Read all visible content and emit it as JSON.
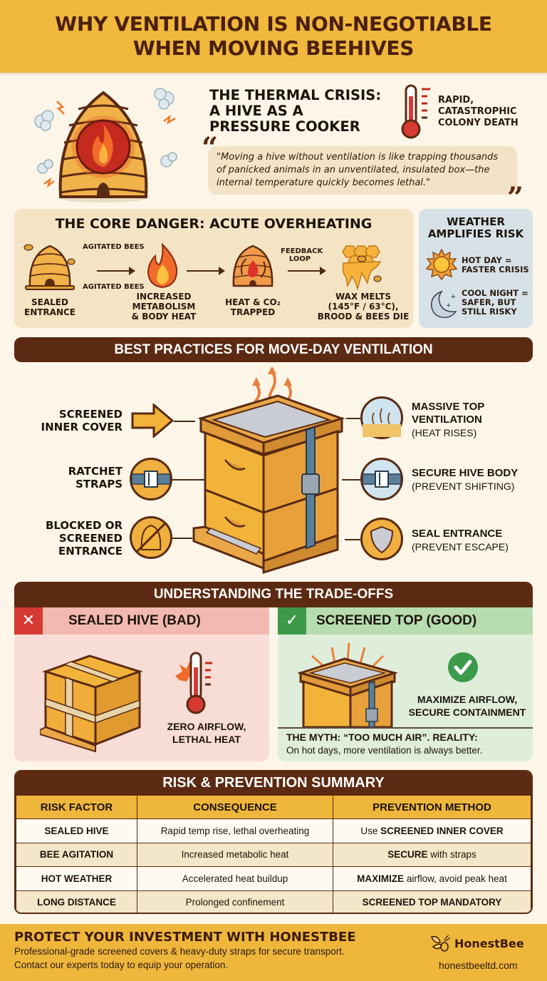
{
  "header": {
    "line1": "WHY VENTILATION IS NON-NEGOTIABLE",
    "line2": "WHEN MOVING BEEHIVES"
  },
  "crisis": {
    "title_lines": [
      "THE THERMAL CRISIS:",
      "A HIVE AS A",
      "PRESSURE COOKER"
    ],
    "result_lines": [
      "RAPID,",
      "CATASTROPHIC",
      "COLONY DEATH"
    ],
    "quote": "\"Moving a hive without ventilation is like trapping thousands of panicked animals in an unventilated, insulated box—the internal temperature quickly becomes lethal.\"",
    "quote_open": "“",
    "quote_close": "”",
    "icons": [
      "overheating-beehive-icon",
      "thermometer-icon"
    ]
  },
  "core_danger": {
    "title": "THE CORE DANGER: ACUTE OVERHEATING",
    "steps": [
      {
        "label_lines": [
          "SEALED",
          "ENTRANCE"
        ],
        "icon": "sealed-skep-icon",
        "annotations": [
          "AGITATED BEES",
          "AGITATED BEES"
        ]
      },
      {
        "label_lines": [
          "INCREASED",
          "METABOLISM",
          "& BODY HEAT"
        ],
        "icon": "flame-icon"
      },
      {
        "label_lines": [
          "HEAT & CO₂",
          "TRAPPED"
        ],
        "icon": "heated-skep-icon",
        "annotation": "FEEDBACK LOOP"
      },
      {
        "label_lines": [
          "WAX MELTS",
          "(145°F / 63°C),",
          "BROOD & BEES DIE"
        ],
        "icon": "melting-honeycomb-icon"
      }
    ]
  },
  "weather": {
    "title_lines": [
      "WEATHER",
      "AMPLIFIES RISK"
    ],
    "items": [
      {
        "icon": "sun-icon",
        "lines": [
          "HOT DAY =",
          "FASTER CRISIS"
        ]
      },
      {
        "icon": "moon-icon",
        "lines": [
          "COOL NIGHT =",
          "SAFER, BUT",
          "STILL RISKY"
        ]
      }
    ]
  },
  "best_practices": {
    "title": "BEST PRACTICES FOR MOVE-DAY VENTILATION",
    "left": [
      {
        "lines": [
          "SCREENED",
          "INNER COVER"
        ],
        "icon": "arrow-right-icon"
      },
      {
        "lines": [
          "RATCHET",
          "STRAPS"
        ],
        "icon": "ratchet-strap-icon"
      },
      {
        "lines": [
          "BLOCKED OR",
          "SCREENED",
          "ENTRANCE"
        ],
        "icon": "no-entrance-icon"
      }
    ],
    "right": [
      {
        "title_lines": [
          "MASSIVE TOP",
          "VENTILATION"
        ],
        "sub": "(HEAT RISES)",
        "icon": "heat-rising-icon"
      },
      {
        "title_lines": [
          "SECURE HIVE BODY"
        ],
        "sub": "(PREVENT SHIFTING)",
        "icon": "strap-buckle-icon"
      },
      {
        "title_lines": [
          "SEAL ENTRANCE"
        ],
        "sub": "(PREVENT ESCAPE)",
        "icon": "mesh-shield-icon"
      }
    ]
  },
  "tradeoffs": {
    "title": "UNDERSTANDING THE TRADE-OFFS",
    "bad": {
      "mark": "✕",
      "title": "SEALED HIVE (BAD)",
      "caption_lines": [
        "ZERO AIRFLOW,",
        "LETHAL HEAT"
      ]
    },
    "good": {
      "mark": "✓",
      "title": "SCREENED TOP (GOOD)",
      "caption_lines": [
        "MAXIMIZE AIRFLOW,",
        "SECURE CONTAINMENT"
      ]
    },
    "myth_heading": "THE MYTH: “TOO MUCH AIR”. REALITY:",
    "myth_body": "On hot days, more ventilation is always better."
  },
  "summary": {
    "title": "RISK & PREVENTION SUMMARY",
    "columns": [
      "RISK FACTOR",
      "CONSEQUENCE",
      "PREVENTION METHOD"
    ],
    "rows": [
      {
        "risk": "SEALED HIVE",
        "consequence": "Rapid temp rise, lethal overheating",
        "prevention_pre": "Use ",
        "prevention_bold": "SCREENED INNER COVER",
        "prevention_post": ""
      },
      {
        "risk": "BEE AGITATION",
        "consequence": "Increased metabolic heat",
        "prevention_pre": "",
        "prevention_bold": "SECURE",
        "prevention_post": " with straps"
      },
      {
        "risk": "HOT WEATHER",
        "consequence": "Accelerated heat buildup",
        "prevention_pre": "",
        "prevention_bold": "MAXIMIZE",
        "prevention_post": " airflow, avoid peak heat"
      },
      {
        "risk": "LONG DISTANCE",
        "consequence": "Prolonged confinement",
        "prevention_pre": "",
        "prevention_bold": "SCREENED TOP MANDATORY",
        "prevention_post": ""
      }
    ]
  },
  "footer": {
    "title": "PROTECT YOUR INVESTMENT WITH HONESTBEE",
    "line1": "Professional-grade screened covers & heavy-duty straps for secure transport.",
    "line2": "Contact our experts today to equip your operation.",
    "brand": "HonestBee",
    "url": "honestbeeltd.com"
  },
  "colors": {
    "header_bg": "#f0b83c",
    "section_bar": "#5c2a12",
    "page_bg": "#fdf6e8",
    "bad_red": "#d63a32",
    "good_green": "#3c9a4a",
    "strap_blue": "#5b7f99"
  }
}
